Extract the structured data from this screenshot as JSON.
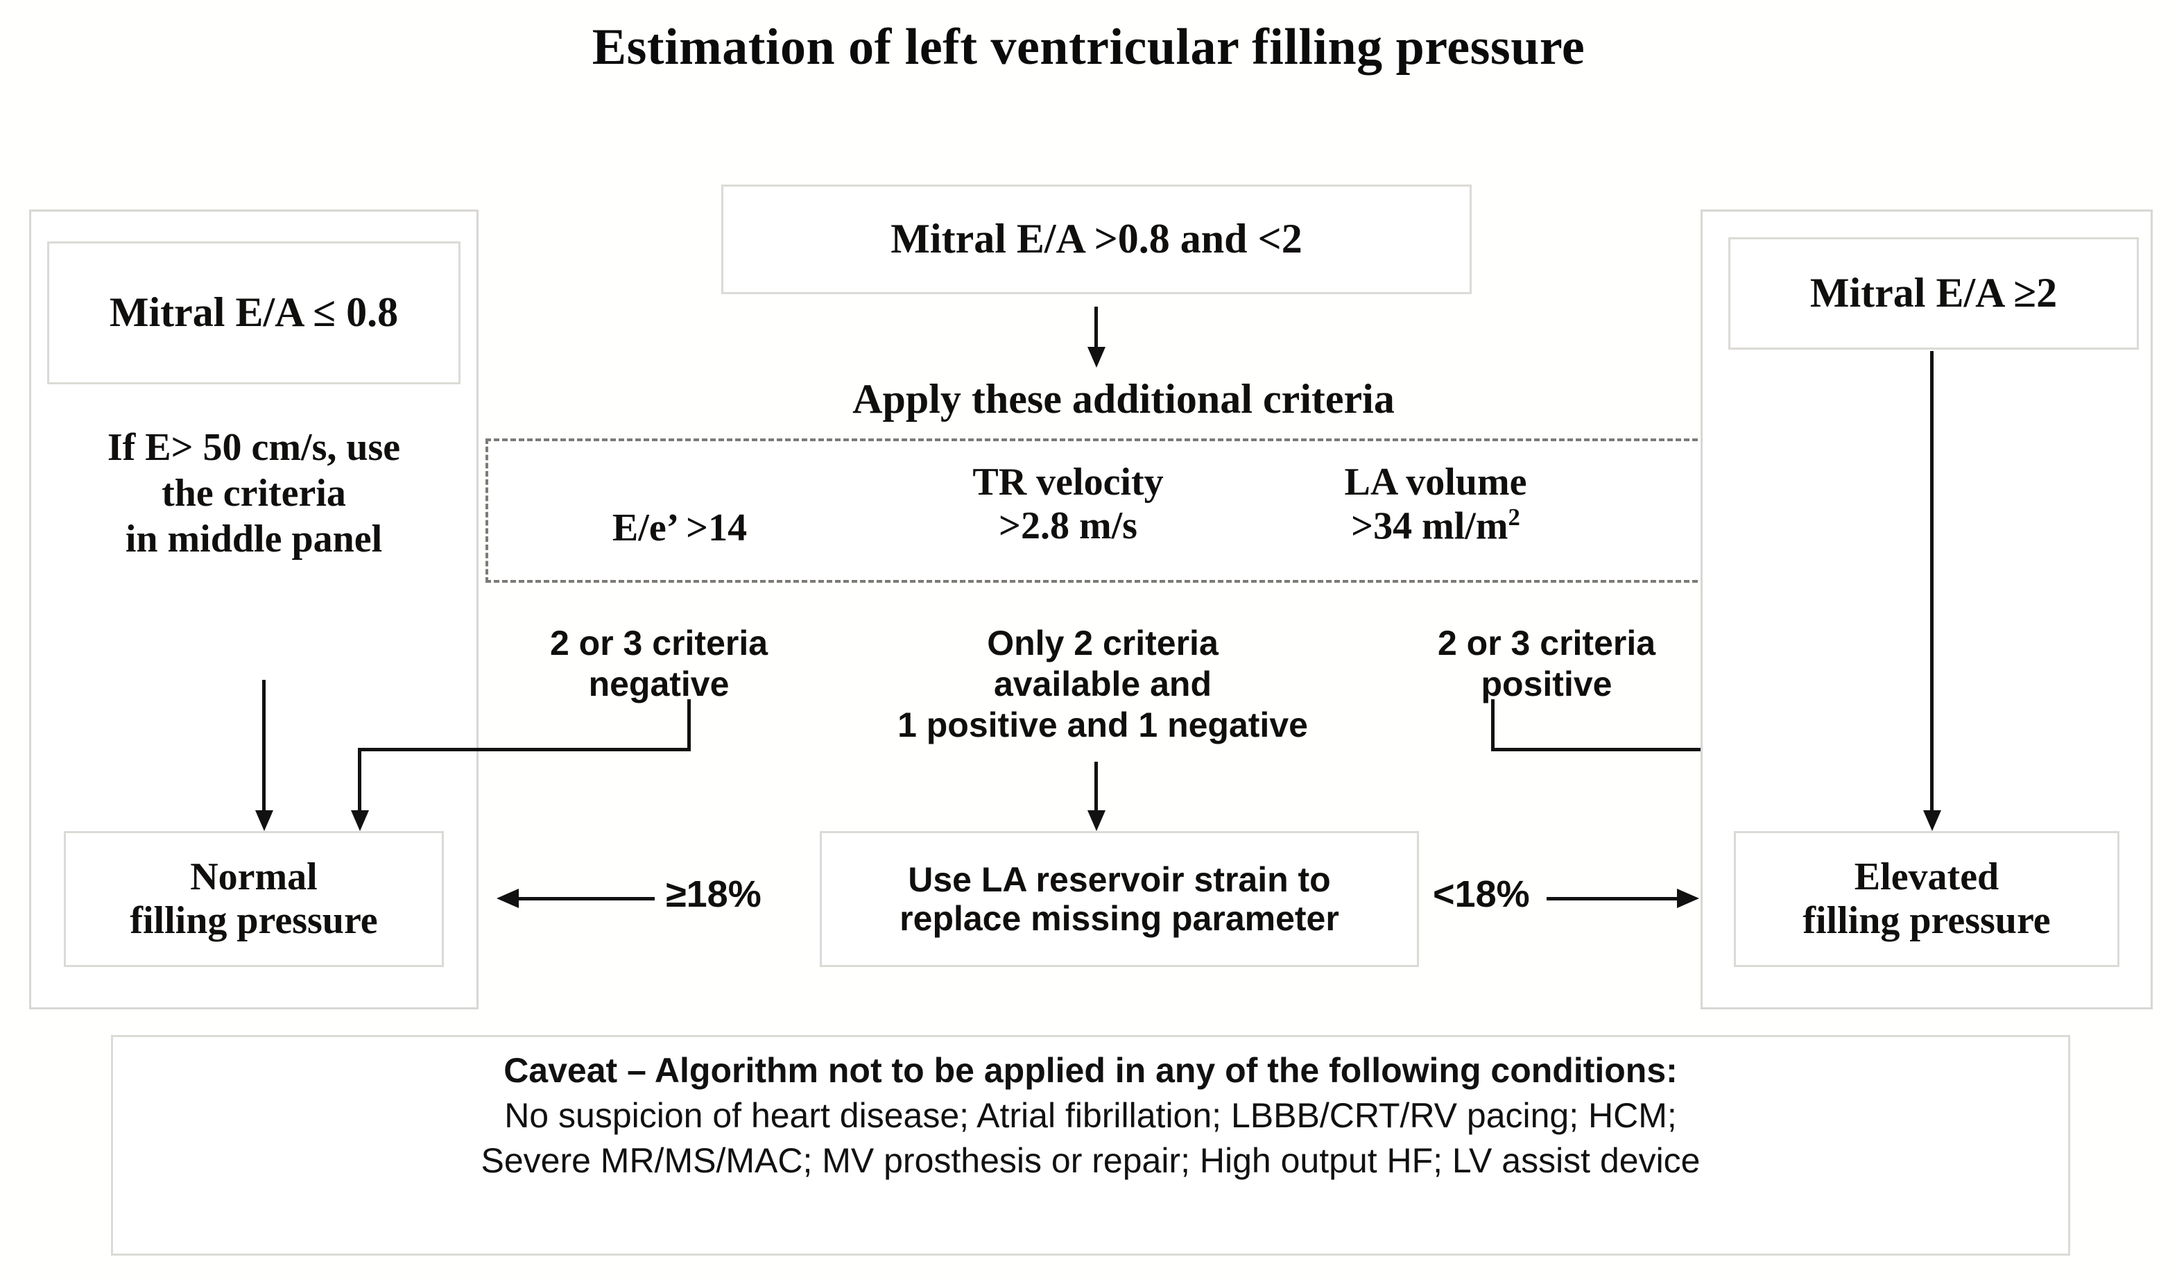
{
  "title": "Estimation of left ventricular filling pressure",
  "left_panel": {
    "node_label": "Mitral E/A ≤ 0.8",
    "note_line1": "If E> 50 cm/s, use",
    "note_line2": "the criteria",
    "note_line3": "in middle panel",
    "outcome_line1": "Normal",
    "outcome_line2": "filling pressure"
  },
  "middle_panel": {
    "node_label": "Mitral E/A >0.8 and <2",
    "apply_label": "Apply these additional criteria",
    "criteria": [
      {
        "line1": "E/e’ >14",
        "line2": ""
      },
      {
        "line1": "TR velocity",
        "line2": ">2.8 m/s"
      },
      {
        "line1": "LA volume",
        "line2": ">34 ml/m",
        "sup": "2"
      }
    ],
    "branch_left_line1": "2 or 3 criteria",
    "branch_left_line2": "negative",
    "branch_center_line1": "Only 2 criteria",
    "branch_center_line2": "available and",
    "branch_center_line3": "1 positive and 1 negative",
    "branch_right_line1": "2 or 3 criteria",
    "branch_right_line2": "positive",
    "strain_line1": "Use LA reservoir strain to",
    "strain_line2": "replace missing parameter",
    "strain_threshold_low": "≥18%",
    "strain_threshold_high": "<18%"
  },
  "right_panel": {
    "node_label": "Mitral E/A ≥2",
    "outcome_line1": "Elevated",
    "outcome_line2": "filling pressure"
  },
  "caveat": {
    "heading": "Caveat – Algorithm not to be applied in any of the following conditions:",
    "line1": "No suspicion of heart disease; Atrial fibrillation; LBBB/CRT/RV pacing; HCM;",
    "line2": "Severe MR/MS/MAC; MV prosthesis or repair; High output HF; LV assist device"
  },
  "colors": {
    "stroke": "#111111",
    "box_border": "#dcdad6",
    "dashed_border": "#7d7a77",
    "text": "#100f0d",
    "background": "#ffffff"
  }
}
